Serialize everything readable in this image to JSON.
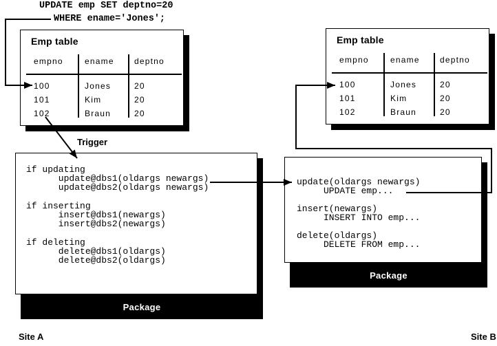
{
  "sql_statement": {
    "line1": "UPDATE emp SET deptno=20",
    "line2": "WHERE ename='Jones';"
  },
  "site_a": {
    "label": "Site A",
    "emp_table": {
      "title": "Emp table",
      "columns": [
        "empno",
        "ename",
        "deptno"
      ],
      "rows": [
        [
          "100",
          "Jones",
          "20"
        ],
        [
          "101",
          "Kim",
          "20"
        ],
        [
          "102",
          "Braun",
          "20"
        ]
      ]
    },
    "trigger": {
      "label": "Trigger",
      "code": "if updating\n      update@dbs1(oldargs newargs)\n      update@dbs2(oldargs newargs)\n\nif inserting\n      insert@dbs1(newargs)\n      insert@dbs2(newargs)\n\nif deleting\n      delete@dbs1(oldargs)\n      delete@dbs2(oldargs)",
      "package_label": "Package"
    }
  },
  "site_b": {
    "label": "Site B",
    "emp_table": {
      "title": "Emp table",
      "columns": [
        "empno",
        "ename",
        "deptno"
      ],
      "rows": [
        [
          "100",
          "Jones",
          "20"
        ],
        [
          "101",
          "Kim",
          "20"
        ],
        [
          "102",
          "Braun",
          "20"
        ]
      ]
    },
    "package": {
      "code": "update(oldargs newargs)\n     UPDATE emp...\n\ninsert(newargs)\n     INSERT INTO emp...\n\ndelete(oldargs)\n     DELETE FROM emp...",
      "package_label": "Package"
    }
  },
  "colors": {
    "line": "#000000",
    "box_background": "#ffffff",
    "shadow": "#000000",
    "package_text": "#ffffff"
  }
}
